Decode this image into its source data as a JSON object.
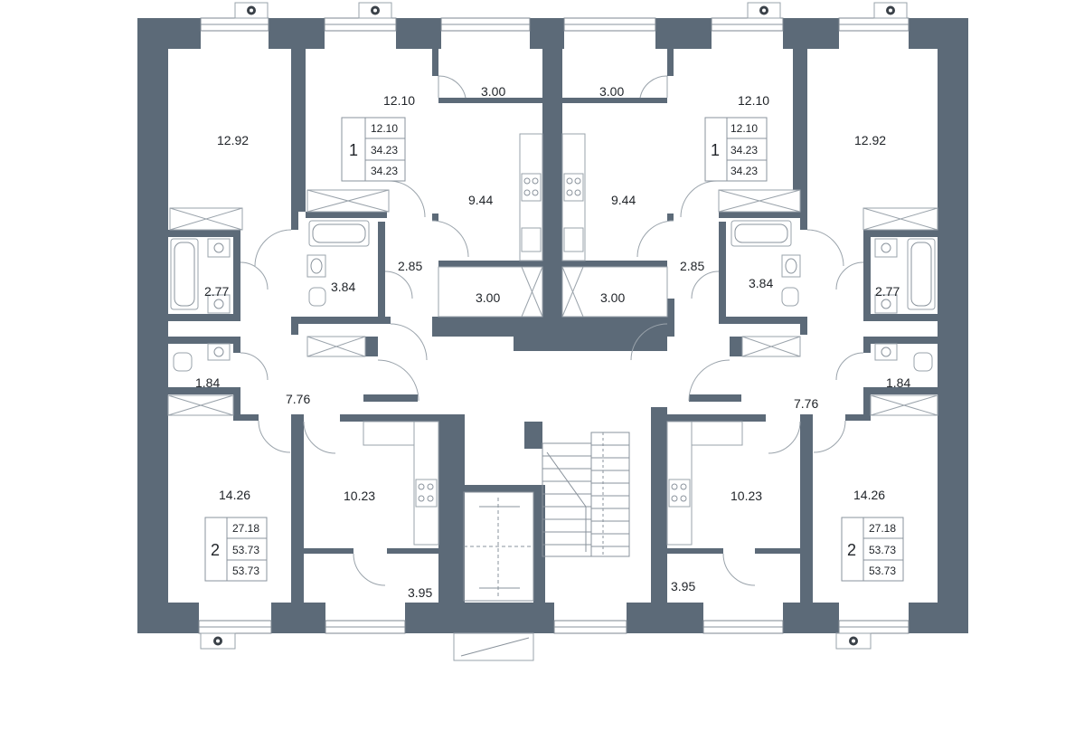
{
  "colors": {
    "wall": "#5c6a78",
    "line": "#9aa3ab",
    "text": "#1f2328"
  },
  "rooms": {
    "tl_bed": "12.92",
    "tl_bed2": "12.10",
    "tl_hall_a": "3.00",
    "tl_kitchen": "9.44",
    "tl_corr": "2.85",
    "tl_bath": "3.84",
    "tl_wc": "2.77",
    "tl_store": "3.00",
    "tl_wc2": "1.84",
    "tl_hall": "7.76",
    "bl_bed": "14.26",
    "bl_kitchen": "10.23",
    "bl_corr": "3.95",
    "tr_bed": "12.92",
    "tr_bed2": "12.10",
    "tr_hall_a": "3.00",
    "tr_kitchen": "9.44",
    "tr_corr": "2.85",
    "tr_bath": "3.84",
    "tr_wc": "2.77",
    "tr_store": "3.00",
    "tr_wc2": "1.84",
    "tr_hall": "7.76",
    "br_bed": "14.26",
    "br_kitchen": "10.23",
    "br_corr": "3.95"
  },
  "apartments": {
    "left1": {
      "rooms": "1",
      "living": "12.10",
      "total": "34.23",
      "total2": "34.23"
    },
    "right1": {
      "rooms": "1",
      "living": "12.10",
      "total": "34.23",
      "total2": "34.23"
    },
    "left2": {
      "rooms": "2",
      "living": "27.18",
      "total": "53.73",
      "total2": "53.73"
    },
    "right2": {
      "rooms": "2",
      "living": "27.18",
      "total": "53.73",
      "total2": "53.73"
    }
  },
  "icons": {
    "ac_unit": "fan-icon",
    "stove": "stove-icon",
    "sink": "sink-icon",
    "toilet": "toilet-icon",
    "bathtub": "bathtub-icon"
  }
}
